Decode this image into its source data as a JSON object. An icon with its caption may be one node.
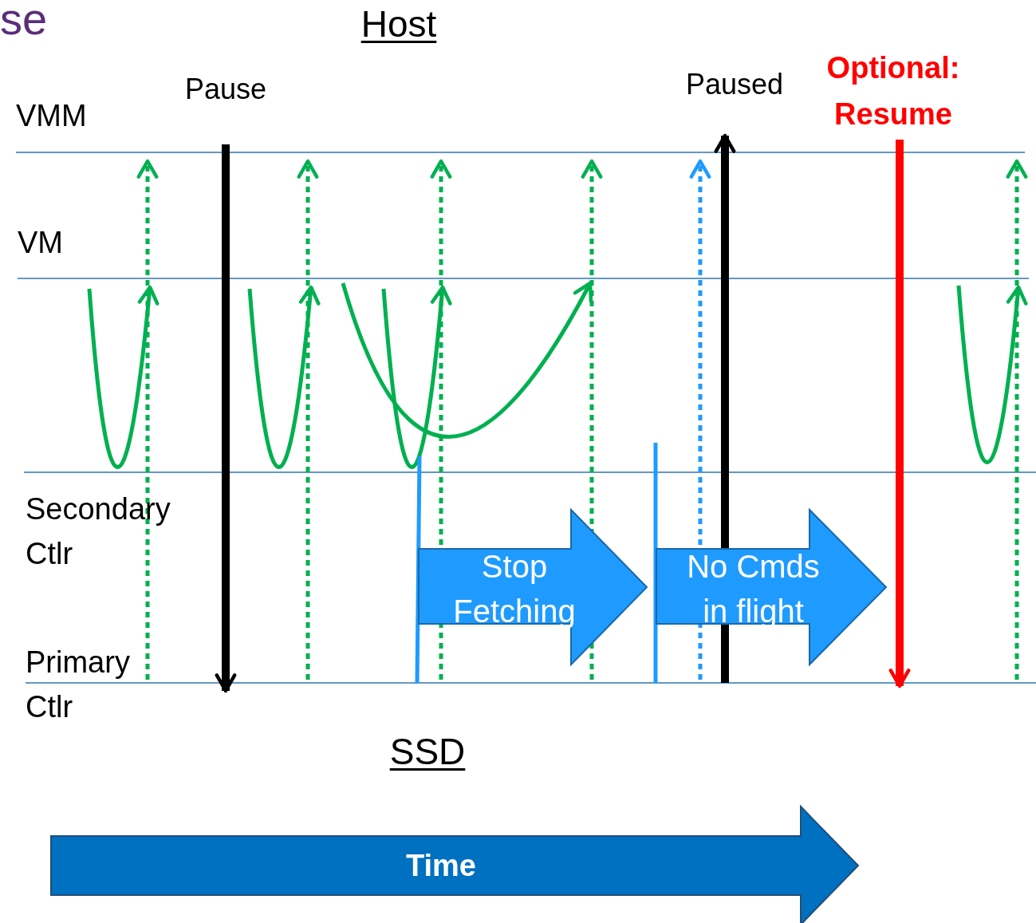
{
  "diagram": {
    "nodes": [
      {
        "text": [
          "Stop Fetching"
        ]
      },
      {
        "text": [
          "No Cmds in flight"
        ]
      },
      {
        "text": [
          "Time"
        ]
      }
    ],
    "labels": [
      "se",
      "Host",
      "Pause",
      "Paused",
      "Optional: Resume",
      "VMM",
      "VM",
      "Secondary Ctlr",
      "Primary Ctlr",
      "SSD"
    ]
  }
}
